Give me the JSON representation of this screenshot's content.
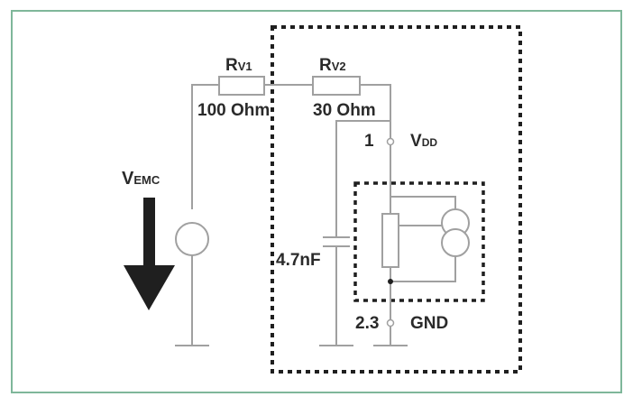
{
  "colors": {
    "frame_border": "#7fb79a",
    "wire": "#a0a0a0",
    "dashed_outline": "#1f1f1f",
    "label_text": "#2a2a2a",
    "arrow_fill": "#1f1f1f"
  },
  "components": {
    "rv1": {
      "label_main": "R",
      "label_sub": "V1",
      "value": "100 Ohm"
    },
    "rv2": {
      "label_main": "R",
      "label_sub": "V2",
      "value": "30 Ohm"
    },
    "capacitor": {
      "value": "4.7nF"
    },
    "emc_source": {
      "label_main": "V",
      "label_sub": "EMC"
    }
  },
  "pins": {
    "vdd": {
      "number": "1",
      "label_main": "V",
      "label_sub": "DD"
    },
    "gnd": {
      "number": "2.3",
      "label": "GND"
    }
  },
  "icons": {
    "emc_arrow": "down-arrow-icon",
    "current_source": "current-source-icon",
    "voltage_source": "ac-source-icon",
    "ground": "ground-icon"
  }
}
